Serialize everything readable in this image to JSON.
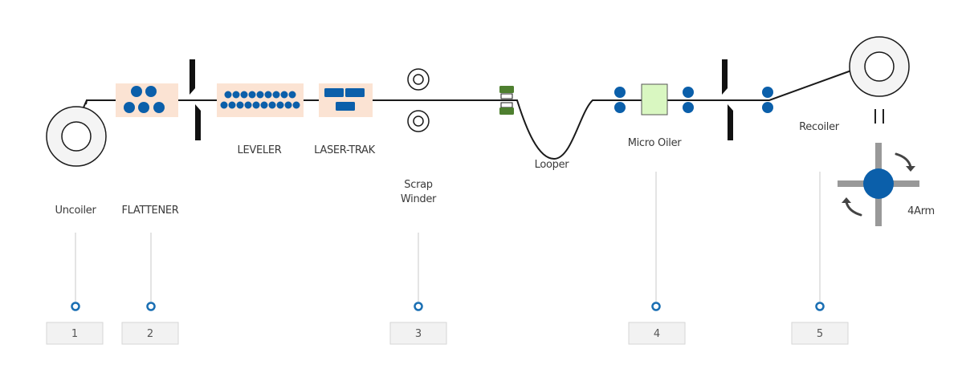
{
  "labels": {
    "uncoiler": "Uncoiler",
    "flattener": "FLATTENER",
    "leveler": "LEVELER",
    "laser_trak": "LASER-TRAK",
    "scrap_line1": "Scrap",
    "scrap_line2": "Winder",
    "looper": "Looper",
    "micro_oiler": "Micro Oiler",
    "recoiler": "Recoiler",
    "four_arm": "4Arm"
  },
  "markers": [
    "1",
    "2",
    "3",
    "4",
    "5"
  ],
  "colors": {
    "roller": "#0b5faa",
    "zone_fill": "#fbe3d3",
    "oiler_fill": "#d9f7c1",
    "pad": "#4e7f2f",
    "line": "#1a1a1a",
    "guide": "#c8c8c8",
    "badge_fill": "#f2f2f2",
    "badge_border": "#d6d6d6",
    "marker_ring": "#1a6fb3"
  }
}
